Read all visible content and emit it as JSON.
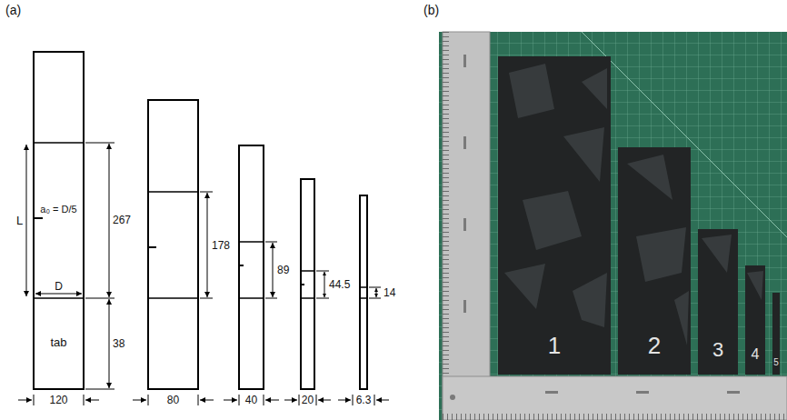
{
  "diagram": {
    "nodes": [
      {
        "text": [
          "a₀ = D/5",
          "D",
          "tab"
        ]
      },
      {
        "text": [
          "1"
        ]
      },
      {
        "text": [
          "2"
        ]
      },
      {
        "text": [
          "3"
        ]
      },
      {
        "text": [
          "4"
        ]
      },
      {
        "text": [
          "5"
        ]
      }
    ],
    "labels": [
      "(a)",
      "(b)",
      "L",
      "267",
      "38",
      "178",
      "89",
      "44.5",
      "14",
      "120",
      "80",
      "40",
      "20",
      "6.3"
    ]
  }
}
